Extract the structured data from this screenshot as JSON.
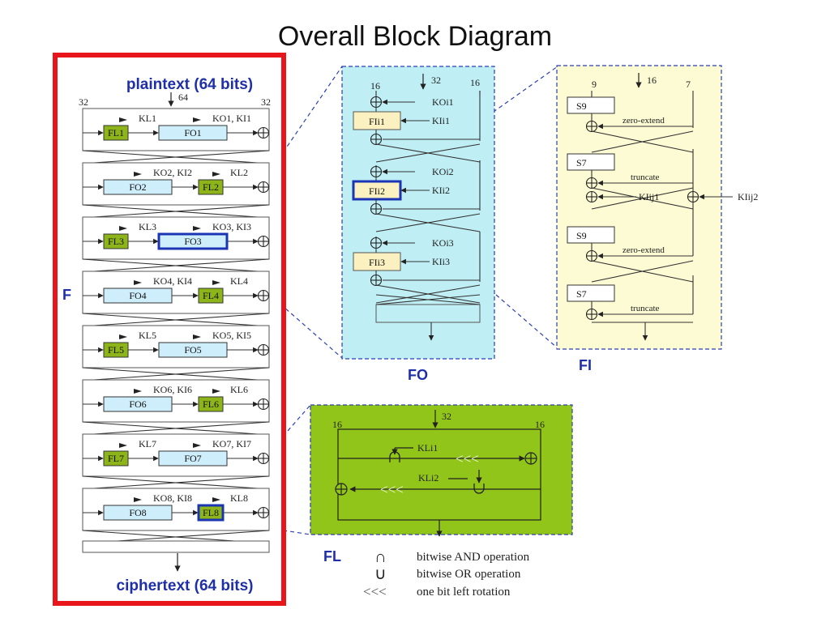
{
  "title": "Overall Block Diagram",
  "colors": {
    "frame_red": "#e8161b",
    "label_blue": "#1f2fa8",
    "fo_panel": "#bfeef4",
    "fi_panel": "#fdfbd3",
    "fl_panel": "#92c519",
    "fl_box": "#8db51a",
    "f_box": "#cfeefb",
    "highlight": "#1b34b3",
    "fi_sub": "#fbf0c0"
  },
  "main": {
    "plaintext": "plaintext (64 bits)",
    "ciphertext": "ciphertext (64 bits)",
    "side_label": "F",
    "bits_top_left": "32",
    "bits_top_mid": "64",
    "bits_top_right": "32",
    "rounds": [
      {
        "left": "FL1",
        "right": "FO1",
        "kl": "KL1",
        "ko": "KO1, KI1",
        "order": "fl-fo",
        "side": "left"
      },
      {
        "left": "FO2",
        "right": "FL2",
        "kl": "KL2",
        "ko": "KO2, KI2",
        "order": "fo-fl",
        "side": "right"
      },
      {
        "left": "FL3",
        "right": "FO3",
        "kl": "KL3",
        "ko": "KO3, KI3",
        "order": "fl-fo",
        "side": "left"
      },
      {
        "left": "FO4",
        "right": "FL4",
        "kl": "KL4",
        "ko": "KO4, KI4",
        "order": "fo-fl",
        "side": "right"
      },
      {
        "left": "FL5",
        "right": "FO5",
        "kl": "KL5",
        "ko": "KO5, KI5",
        "order": "fl-fo",
        "side": "left"
      },
      {
        "left": "FO6",
        "right": "FL6",
        "kl": "KL6",
        "ko": "KO6, KI6",
        "order": "fo-fl",
        "side": "right"
      },
      {
        "left": "FL7",
        "right": "FO7",
        "kl": "KL7",
        "ko": "KO7, KI7",
        "order": "fl-fo",
        "side": "left"
      },
      {
        "left": "FO8",
        "right": "FL8",
        "kl": "KL8",
        "ko": "KO8, KI8",
        "order": "fo-fl",
        "side": "right"
      }
    ]
  },
  "fo": {
    "label": "FO",
    "bits_left": "16",
    "bits_mid": "32",
    "bits_right": "16",
    "keys": [
      "KOi1",
      "KIi1",
      "KOi2",
      "KIi2",
      "KOi3",
      "KIi3"
    ],
    "boxes": [
      "FIi1",
      "FIi2",
      "FIi3"
    ]
  },
  "fi": {
    "label": "FI",
    "bits_left": "9",
    "bits_mid": "16",
    "bits_right": "7",
    "boxes": [
      "S9",
      "S7",
      "S9",
      "S7"
    ],
    "notes": [
      "zero-extend",
      "truncate",
      "zero-extend",
      "truncate"
    ],
    "keys": [
      "KIij1",
      "KIij2"
    ]
  },
  "fl": {
    "label": "FL",
    "bits_left": "16",
    "bits_mid": "32",
    "bits_right": "16",
    "keys": [
      "KLi1",
      "KLi2"
    ],
    "rot": "<<<"
  },
  "legend": {
    "and_symbol": "∩",
    "or_symbol": "∪",
    "rot_symbol": "<<<",
    "and_text": "bitwise  AND  operation",
    "or_text": "bitwise  OR  operation",
    "rot_text": "one bit left rotation"
  }
}
